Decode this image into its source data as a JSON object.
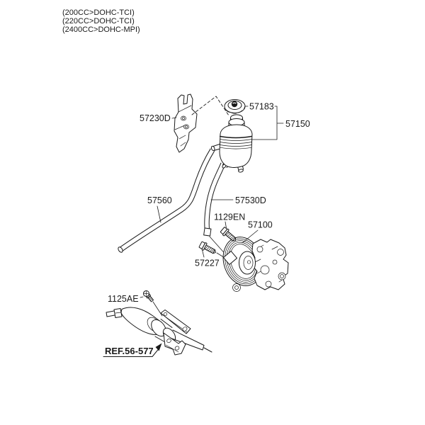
{
  "header": {
    "line1": "(200CC>DOHC-TCI)",
    "line2": "(220CC>DOHC-TCI)",
    "line3": "(2400CC>DOHC-MPI)"
  },
  "parts": {
    "bracket_label": "57230D",
    "cap_label": "57183",
    "reservoir_label": "57150",
    "suction_hose_label": "57560",
    "return_hose_label": "57530D",
    "pump_bolt_label": "1129EN",
    "pump_label": "57100",
    "long_bolt_label": "57227",
    "screw_label": "1125AE",
    "reference_label": "REF.56-577"
  },
  "colors": {
    "line": "#1a1a1a",
    "background": "#ffffff"
  }
}
